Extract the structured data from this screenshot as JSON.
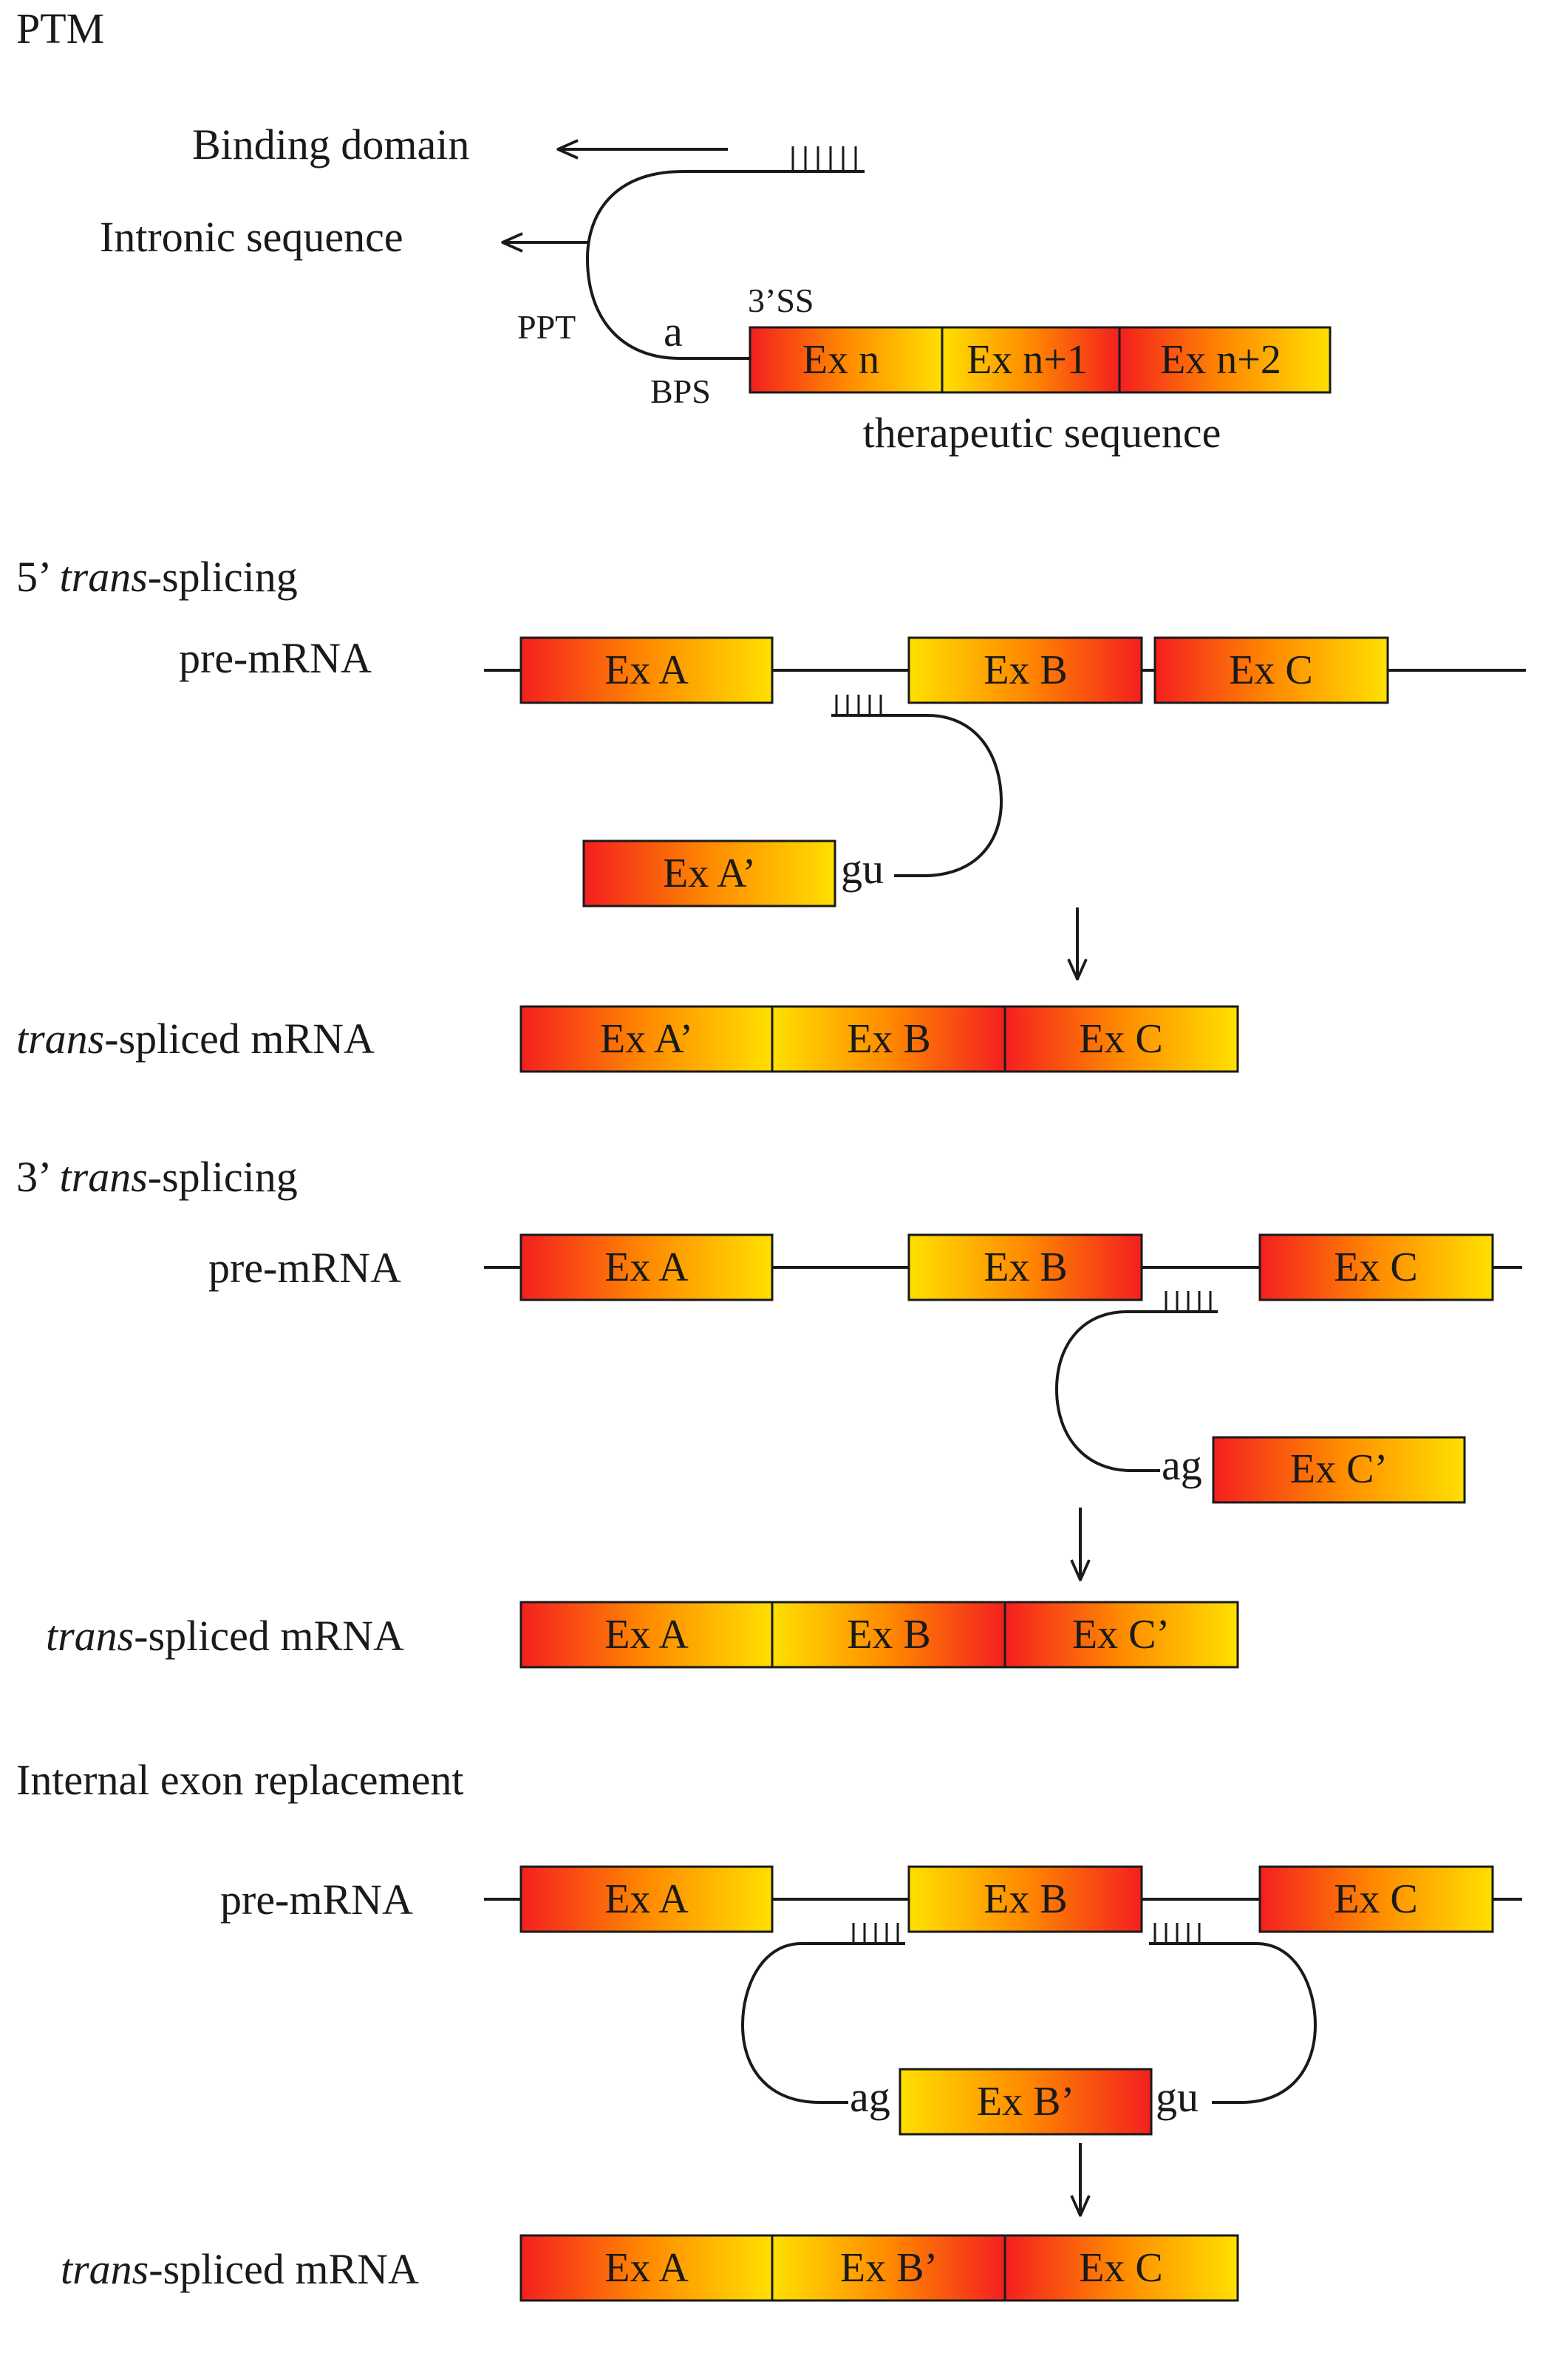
{
  "colors": {
    "red": "#f41f1f",
    "orange": "#ff8a00",
    "yellow": "#ffe000",
    "line": "#1a1a1a"
  },
  "ptm": {
    "title": "PTM",
    "binding_domain": "Binding domain",
    "intronic_sequence": "Intronic sequence",
    "ppt": "PPT",
    "a": "a",
    "bps": "BPS",
    "ss3": "3’SS",
    "exons": [
      "Ex n",
      "Ex n+1",
      "Ex n+2"
    ],
    "therapeutic": "therapeutic sequence"
  },
  "five_prime": {
    "title_num": "5’ ",
    "title_it": "trans",
    "title_rest": "-splicing",
    "pre_mrna": "pre-mRNA",
    "exons": [
      "Ex A",
      "Ex B",
      "Ex C"
    ],
    "ptm_exon": "Ex A’",
    "gu": "gu",
    "result_it": "trans",
    "result_rest": "-spliced mRNA",
    "result_exons": [
      "Ex A’",
      "Ex B",
      "Ex C"
    ]
  },
  "three_prime": {
    "title_num": "3’ ",
    "title_it": "trans",
    "title_rest": "-splicing",
    "pre_mrna": "pre-mRNA",
    "exons": [
      "Ex A",
      "Ex B",
      "Ex C"
    ],
    "ptm_exon": "Ex C’",
    "ag": "ag",
    "result_it": "trans",
    "result_rest": "-spliced mRNA",
    "result_exons": [
      "Ex A",
      "Ex B",
      "Ex C’"
    ]
  },
  "internal": {
    "title": "Internal exon replacement",
    "pre_mrna": "pre-mRNA",
    "exons": [
      "Ex A",
      "Ex B",
      "Ex C"
    ],
    "ptm_exon": "Ex B’",
    "ag": "ag",
    "gu": "gu",
    "result_it": "trans",
    "result_rest": "-spliced mRNA",
    "result_exons": [
      "Ex A",
      "Ex B’",
      "Ex C"
    ]
  }
}
